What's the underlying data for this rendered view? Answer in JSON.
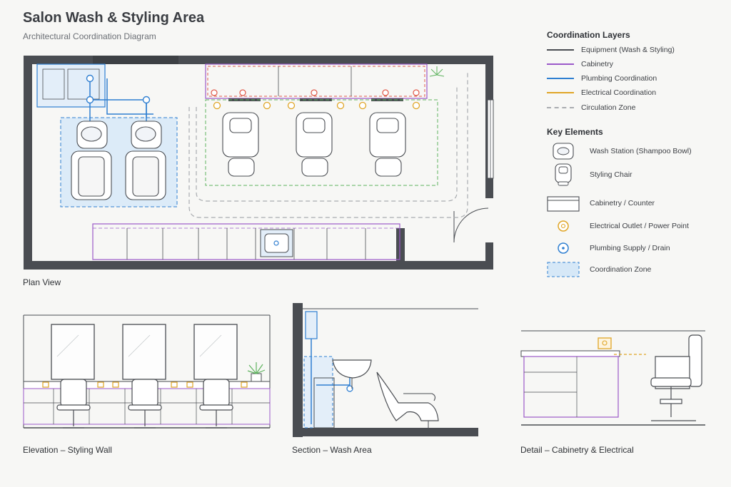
{
  "header": {
    "title": "Salon Wash & Styling Area",
    "subtitle": "Architectural Coordination Diagram"
  },
  "captions": {
    "plan": "Plan View",
    "elevation": "Elevation – Styling Wall",
    "section": "Section – Wash Area",
    "detail": "Detail – Cabinetry & Electrical"
  },
  "legend": {
    "layers_title": "Coordination Layers",
    "layers": [
      {
        "label": "Equipment (Wash & Styling)",
        "color": "#4a4d52",
        "style": "solid"
      },
      {
        "label": "Cabinetry",
        "color": "#9b59c9",
        "style": "solid"
      },
      {
        "label": "Plumbing Coordination",
        "color": "#2f7fd1",
        "style": "solid"
      },
      {
        "label": "Electrical Coordination",
        "color": "#e0a526",
        "style": "solid"
      },
      {
        "label": "Circulation Zone",
        "color": "#a9acb0",
        "style": "dashed"
      }
    ],
    "key_title": "Key Elements",
    "keys": [
      {
        "label": "Wash Station (Shampoo Bowl)",
        "icon": "shampoo-bowl-icon"
      },
      {
        "label": "Styling Chair",
        "icon": "styling-chair-icon"
      },
      {
        "label": "Cabinetry / Counter",
        "icon": "counter-icon"
      },
      {
        "label": "Electrical Outlet / Power Point",
        "icon": "outlet-icon"
      },
      {
        "label": "Plumbing Supply / Drain",
        "icon": "plumbing-icon"
      },
      {
        "label": "Coordination Zone",
        "icon": "zone-icon"
      }
    ]
  },
  "colors": {
    "wall": "#4a4d52",
    "cabinetry": "#9b59c9",
    "plumbing": "#2f7fd1",
    "electrical": "#e0a526",
    "circulation": "#a9acb0",
    "equipment_zone": "#5fb35f",
    "red_layer": "#e05a4a",
    "zone_fill": "#d6e8f7"
  }
}
